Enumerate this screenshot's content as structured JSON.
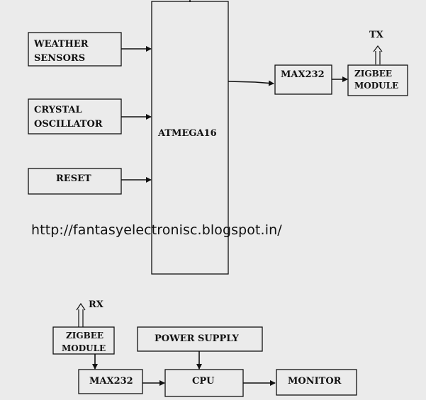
{
  "transmitter": {
    "weather_sensors": [
      "WEATHER",
      "SENSORS"
    ],
    "crystal_oscillator": [
      "CRYSTAL",
      "OSCILLATOR"
    ],
    "reset": "RESET",
    "mcu": "ATMEGA16",
    "max232": "MAX232",
    "zigbee": [
      "ZIGBEE",
      "MODULE"
    ],
    "tx": "TX"
  },
  "watermark": "http://fantasyelectronisc.blogspot.in/",
  "receiver": {
    "rx": "RX",
    "zigbee": [
      "ZIGBEE",
      "MODULE"
    ],
    "power_supply": "POWER SUPPLY",
    "max232": "MAX232",
    "cpu": "CPU",
    "monitor": "MONITOR"
  }
}
